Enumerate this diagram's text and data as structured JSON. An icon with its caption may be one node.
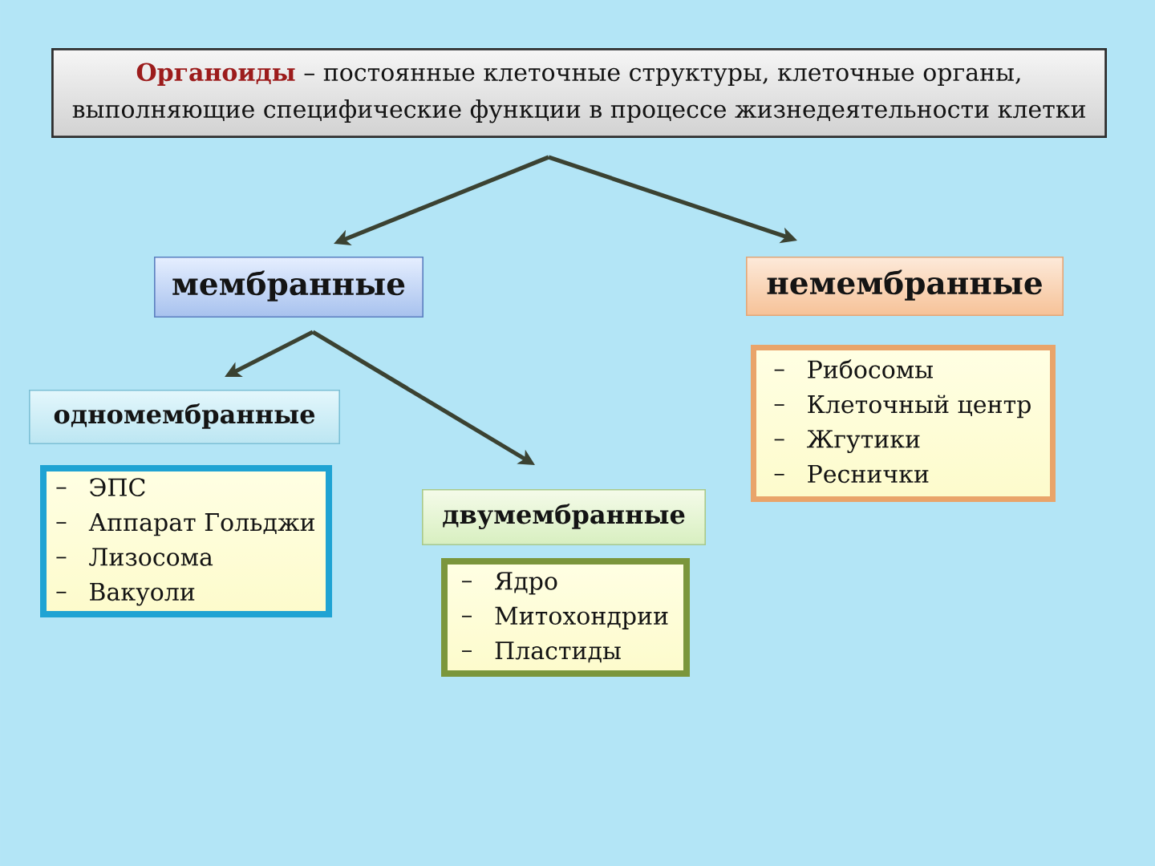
{
  "diagram": {
    "nodes": [
      {
        "text": [
          "**Органоиды** – постоянные клеточные структуры, клеточные органы, выполняющие специфические функции в процессе жизнедеятельности клетки"
        ]
      },
      {
        "text": [
          "мембранные"
        ]
      },
      {
        "text": [
          "немембранные"
        ]
      },
      {
        "text": [
          "одномембранные"
        ]
      },
      {
        "text": [
          "ЭПС",
          "Аппарат Гольджи",
          "Лизосома",
          "Вакуоли"
        ]
      },
      {
        "text": [
          "двумембранные"
        ]
      },
      {
        "text": [
          "Ядро",
          "Митохондрии",
          "Пластиды"
        ]
      },
      {
        "text": [
          "Рибосомы",
          "Клеточный центр",
          "Жгутики",
          "Реснички"
        ]
      }
    ],
    "edges": [
      {
        "from": 0,
        "to": 1,
        "arrow": "to"
      },
      {
        "from": 0,
        "to": 2,
        "arrow": "to"
      },
      {
        "from": 1,
        "to": 3,
        "arrow": "to"
      },
      {
        "from": 1,
        "to": 5,
        "arrow": "to"
      }
    ]
  }
}
